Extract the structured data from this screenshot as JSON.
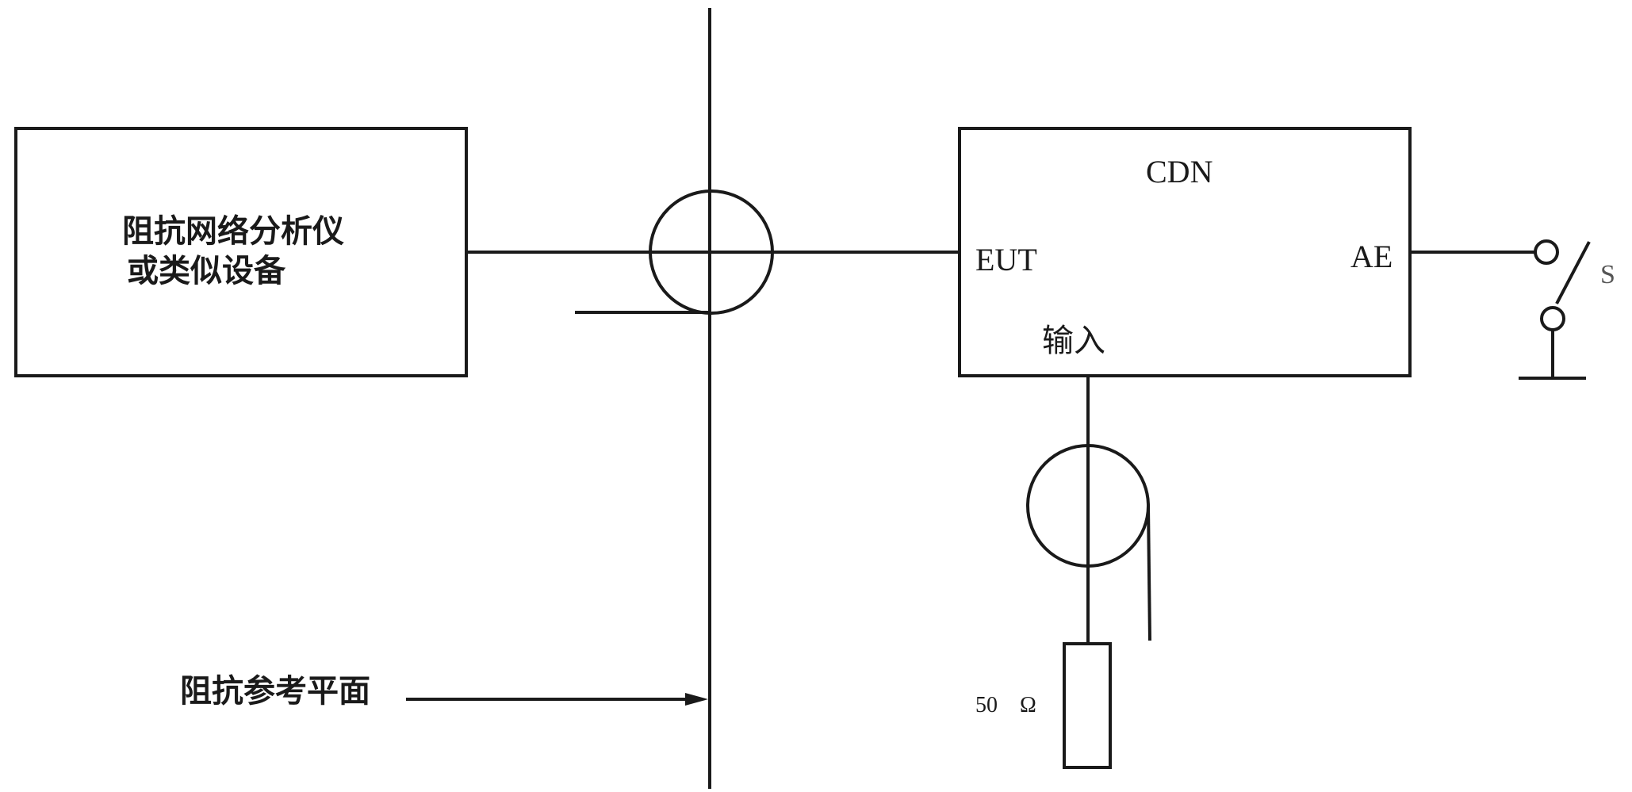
{
  "analyzer": {
    "line1": "阻抗网络分析仪",
    "line2": "或类似设备"
  },
  "cdn": {
    "title": "CDN",
    "port_eut": "EUT",
    "port_ae": "AE",
    "port_input": "输入"
  },
  "switch_label": "S",
  "reference_plane_label": "阻抗参考平面",
  "load_label": "50　Ω",
  "colors": {
    "stroke": "#1a1a1a",
    "background": "#ffffff"
  }
}
